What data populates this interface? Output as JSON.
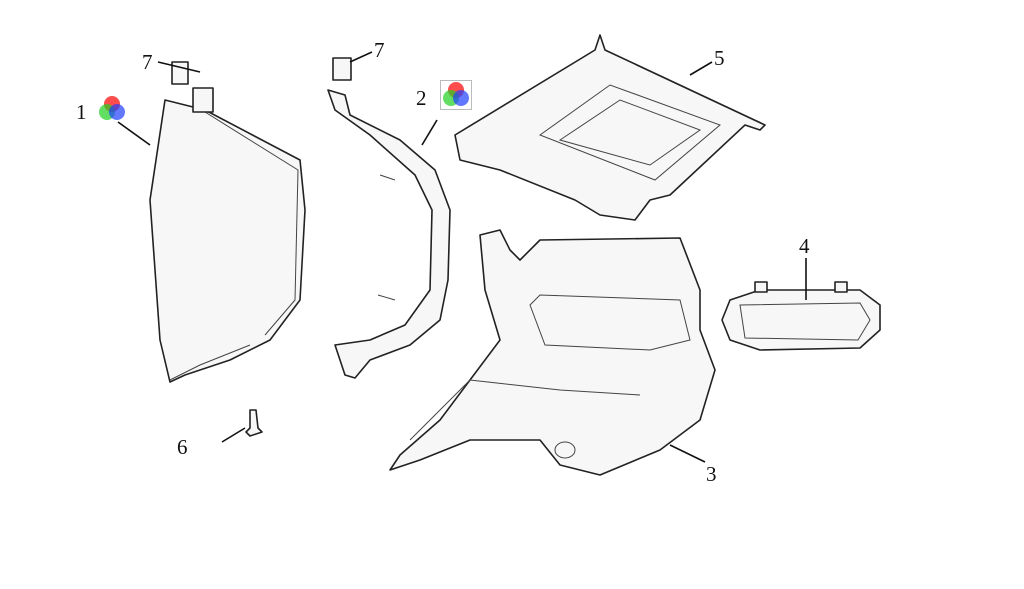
{
  "callouts": [
    {
      "id": "1",
      "label": "1",
      "color_icon": true
    },
    {
      "id": "2",
      "label": "2",
      "color_icon": true
    },
    {
      "id": "3",
      "label": "3"
    },
    {
      "id": "4",
      "label": "4"
    },
    {
      "id": "5",
      "label": "5"
    },
    {
      "id": "6",
      "label": "6"
    },
    {
      "id": "7a",
      "label": "7"
    },
    {
      "id": "7b",
      "label": "7"
    }
  ],
  "colors": {
    "wheel_red": "#ff2020",
    "wheel_green": "#20d020",
    "wheel_blue": "#2040ff"
  }
}
